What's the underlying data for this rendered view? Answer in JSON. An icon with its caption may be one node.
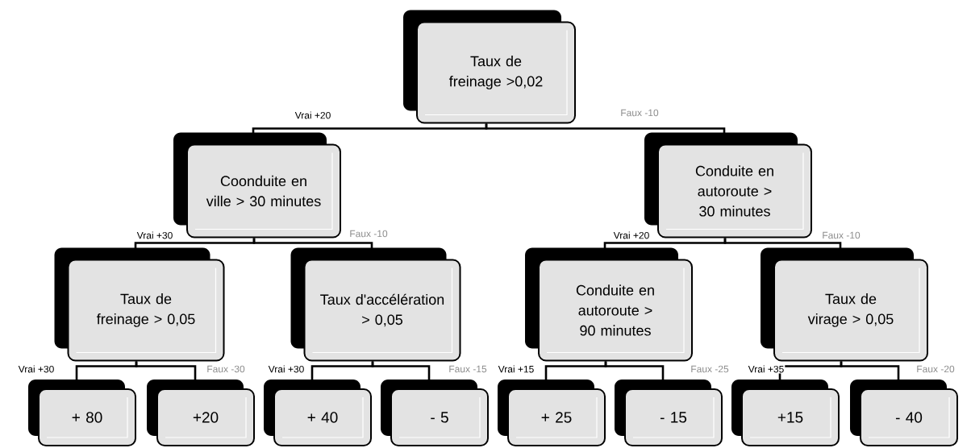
{
  "diagram": {
    "nodes": [
      {
        "text": [
          "Taux de freinage >0,02"
        ]
      },
      {
        "text": [
          "Coonduite en ville > 30 minutes"
        ]
      },
      {
        "text": [
          "Conduite en autoroute > 30 minutes"
        ]
      },
      {
        "text": [
          "Taux de freinage > 0,05"
        ]
      },
      {
        "text": [
          "Taux d'accélération > 0,05"
        ]
      },
      {
        "text": [
          "Conduite en autoroute > 90 minutes"
        ]
      },
      {
        "text": [
          "Taux de virage > 0,05"
        ]
      },
      {
        "text": [
          "+ 80"
        ]
      },
      {
        "text": [
          "+20"
        ]
      },
      {
        "text": [
          "+ 40"
        ]
      },
      {
        "text": [
          "- 5"
        ]
      },
      {
        "text": [
          "+ 25"
        ]
      },
      {
        "text": [
          "- 15"
        ]
      },
      {
        "text": [
          "+15"
        ]
      },
      {
        "text": [
          "- 40"
        ]
      }
    ],
    "edges": [
      {
        "from": 0,
        "to": 1,
        "arrow": "none",
        "label": "Vrai +20"
      },
      {
        "from": 0,
        "to": 2,
        "arrow": "none",
        "label": "Faux -10"
      },
      {
        "from": 1,
        "to": 3,
        "arrow": "none",
        "label": "Vrai +30"
      },
      {
        "from": 1,
        "to": 4,
        "arrow": "none",
        "label": "Faux -10"
      },
      {
        "from": 2,
        "to": 5,
        "arrow": "none",
        "label": "Vrai +20"
      },
      {
        "from": 2,
        "to": 6,
        "arrow": "none",
        "label": "Faux -10"
      },
      {
        "from": 3,
        "to": 7,
        "arrow": "none",
        "label": "Vrai +30"
      },
      {
        "from": 3,
        "to": 8,
        "arrow": "none",
        "label": "Faux -30"
      },
      {
        "from": 4,
        "to": 9,
        "arrow": "none",
        "label": "Vrai +30"
      },
      {
        "from": 4,
        "to": 10,
        "arrow": "none",
        "label": "Faux -15"
      },
      {
        "from": 5,
        "to": 11,
        "arrow": "none",
        "label": "Vrai +15"
      },
      {
        "from": 5,
        "to": 12,
        "arrow": "none",
        "label": "Faux -25"
      },
      {
        "from": 6,
        "to": 13,
        "arrow": "none",
        "label": "Vrai +35"
      },
      {
        "from": 6,
        "to": 14,
        "arrow": "none",
        "label": "Faux -20"
      }
    ]
  }
}
